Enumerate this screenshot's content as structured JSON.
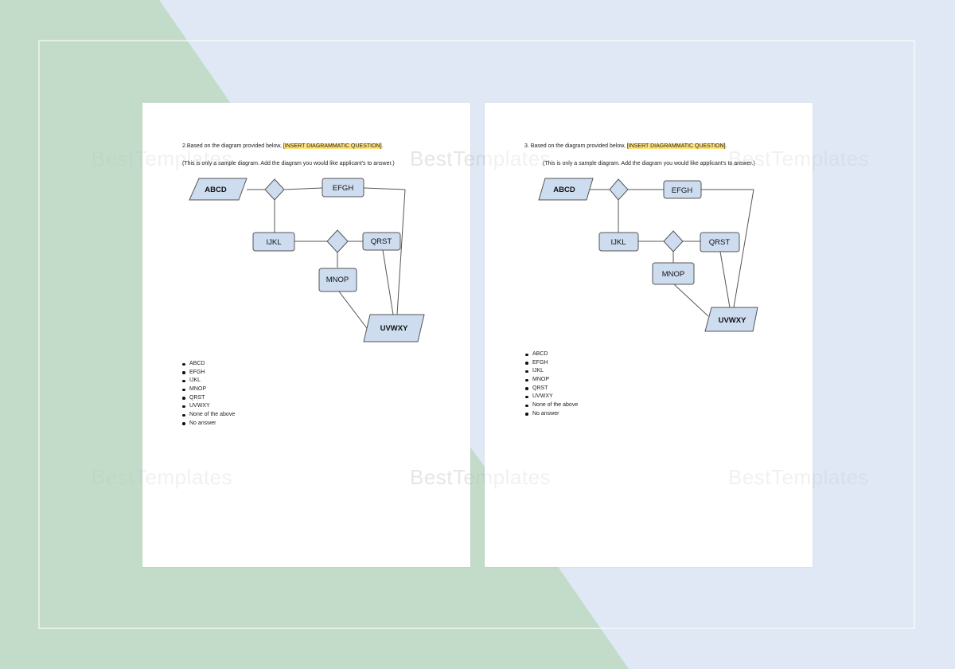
{
  "watermark": "BestTemplates",
  "colors": {
    "background_green": "#c3dcca",
    "background_blue": "#dfe8f4",
    "node_fill": "#cddcef",
    "node_stroke": "#555555",
    "highlight": "#ffe27a"
  },
  "pages": [
    {
      "question_prefix": "2.Based on the diagram provided below, ",
      "question_highlight": "[INSERT DIAGRAMMATIC QUESTION]",
      "question_suffix": ".",
      "note": "(This is only a sample diagram. Add the diagram you would like applicant's to answer.)",
      "nodes": {
        "abcd": "ABCD",
        "efgh": "EFGH",
        "ijkl": "IJKL",
        "qrst": "QRST",
        "mnop": "MNOP",
        "uvwxy": "UVWXY"
      },
      "options": [
        "ABCD",
        "EFGH",
        "IJKL",
        "MNOP",
        "QRST",
        "UVWXY",
        "None of the above",
        "No answer"
      ]
    },
    {
      "question_prefix": "3.  Based on the diagram provided below, ",
      "question_highlight": "[INSERT DIAGRAMMATIC QUESTION]",
      "question_suffix": ".",
      "note": "(This is only a sample diagram. Add the diagram you would like applicant's to answer.)",
      "nodes": {
        "abcd": "ABCD",
        "efgh": "EFGH",
        "ijkl": "IJKL",
        "qrst": "QRST",
        "mnop": "MNOP",
        "uvwxy": "UVWXY"
      },
      "options": [
        "ABCD",
        "EFGH",
        "IJKL",
        "MNOP",
        "QRST",
        "UVWXY",
        "None of the above",
        "No answer"
      ]
    }
  ]
}
